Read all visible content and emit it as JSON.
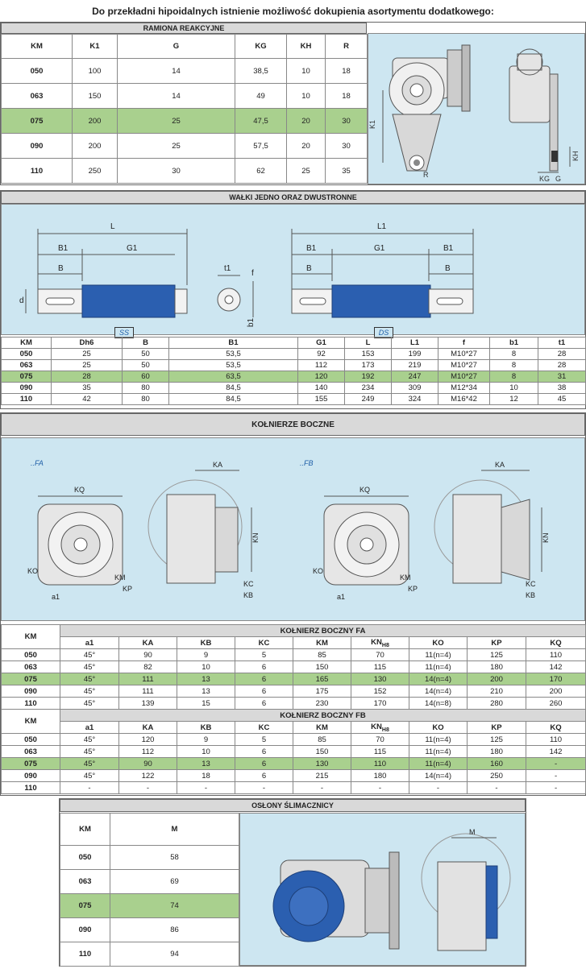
{
  "title": "Do przekładni hipoidalnych istnienie możliwość dokupienia asortymentu dodatkowego:",
  "arms": {
    "header": "RAMIONA REAKCYJNE",
    "columns": [
      "KM",
      "K1",
      "G",
      "KG",
      "KH",
      "R"
    ],
    "rows": [
      [
        "050",
        "100",
        "14",
        "38,5",
        "10",
        "18"
      ],
      [
        "063",
        "150",
        "14",
        "49",
        "10",
        "18"
      ],
      [
        "075",
        "200",
        "25",
        "47,5",
        "20",
        "30"
      ],
      [
        "090",
        "200",
        "25",
        "57,5",
        "20",
        "30"
      ],
      [
        "110",
        "250",
        "30",
        "62",
        "25",
        "35"
      ]
    ],
    "labels": {
      "k1": "K1",
      "r": "R",
      "kh": "KH",
      "kg": "KG",
      "g": "G"
    }
  },
  "shafts": {
    "header": "WAŁKI JEDNO ORAZ DWUSTRONNE",
    "columns": [
      "KM",
      "Dh6",
      "B",
      "B1",
      "G1",
      "L",
      "L1",
      "f",
      "b1",
      "t1"
    ],
    "rows": [
      [
        "050",
        "25",
        "50",
        "53,5",
        "92",
        "153",
        "199",
        "M10*27",
        "8",
        "28"
      ],
      [
        "063",
        "25",
        "50",
        "53,5",
        "112",
        "173",
        "219",
        "M10*27",
        "8",
        "28"
      ],
      [
        "075",
        "28",
        "60",
        "63,5",
        "120",
        "192",
        "247",
        "M10*27",
        "8",
        "31"
      ],
      [
        "090",
        "35",
        "80",
        "84,5",
        "140",
        "234",
        "309",
        "M12*34",
        "10",
        "38"
      ],
      [
        "110",
        "42",
        "80",
        "84,5",
        "155",
        "249",
        "324",
        "M16*42",
        "12",
        "45"
      ]
    ],
    "labels": {
      "l": "L",
      "l1": "L1",
      "b1": "B1",
      "g1": "G1",
      "b": "B",
      "d": "d",
      "t1": "t1",
      "f": "f",
      "bb1": "b1",
      "ss": "SS",
      "ds": "DS"
    }
  },
  "flanges": {
    "header": "KOŁNIERZE BOCZNE",
    "labels": {
      "fa": "..FA",
      "fb": "..FB",
      "kq": "KQ",
      "ka": "KA",
      "kn": "KN",
      "ko": "KO",
      "km": "KM",
      "kp": "KP",
      "a1": "a1",
      "kc": "KC",
      "kb": "KB"
    },
    "fa_title": "KOŁNIERZ BOCZNY FA",
    "fb_title": "KOŁNIERZ BOCZNY FB",
    "km_label": "KM",
    "columns": [
      "a1",
      "KA",
      "KB",
      "KC",
      "KM",
      "KN",
      "KO",
      "KP",
      "KQ"
    ],
    "kn_sub": "H8",
    "fa_rows": [
      [
        "050",
        "45°",
        "90",
        "9",
        "5",
        "85",
        "70",
        "11(n=4)",
        "125",
        "110"
      ],
      [
        "063",
        "45°",
        "82",
        "10",
        "6",
        "150",
        "115",
        "11(n=4)",
        "180",
        "142"
      ],
      [
        "075",
        "45°",
        "111",
        "13",
        "6",
        "165",
        "130",
        "14(n=4)",
        "200",
        "170"
      ],
      [
        "090",
        "45°",
        "111",
        "13",
        "6",
        "175",
        "152",
        "14(n=4)",
        "210",
        "200"
      ],
      [
        "110",
        "45°",
        "139",
        "15",
        "6",
        "230",
        "170",
        "14(n=8)",
        "280",
        "260"
      ]
    ],
    "fb_rows": [
      [
        "050",
        "45°",
        "120",
        "9",
        "5",
        "85",
        "70",
        "11(n=4)",
        "125",
        "110"
      ],
      [
        "063",
        "45°",
        "112",
        "10",
        "6",
        "150",
        "115",
        "11(n=4)",
        "180",
        "142"
      ],
      [
        "075",
        "45°",
        "90",
        "13",
        "6",
        "130",
        "110",
        "11(n=4)",
        "160",
        "-"
      ],
      [
        "090",
        "45°",
        "122",
        "18",
        "6",
        "215",
        "180",
        "14(n=4)",
        "250",
        "-"
      ],
      [
        "110",
        "-",
        "-",
        "-",
        "-",
        "-",
        "-",
        "-",
        "-",
        "-"
      ]
    ]
  },
  "covers": {
    "header": "OSŁONY ŚLIMACZNICY",
    "columns": [
      "KM",
      "M"
    ],
    "rows": [
      [
        "050",
        "58"
      ],
      [
        "063",
        "69"
      ],
      [
        "075",
        "74"
      ],
      [
        "090",
        "86"
      ],
      [
        "110",
        "94"
      ]
    ],
    "m_label": "M"
  },
  "colors": {
    "highlight": "#a9d08e",
    "panel": "#cde6f1",
    "shaft_blue": "#2b5fb0",
    "grey": "#d9d9d9"
  }
}
